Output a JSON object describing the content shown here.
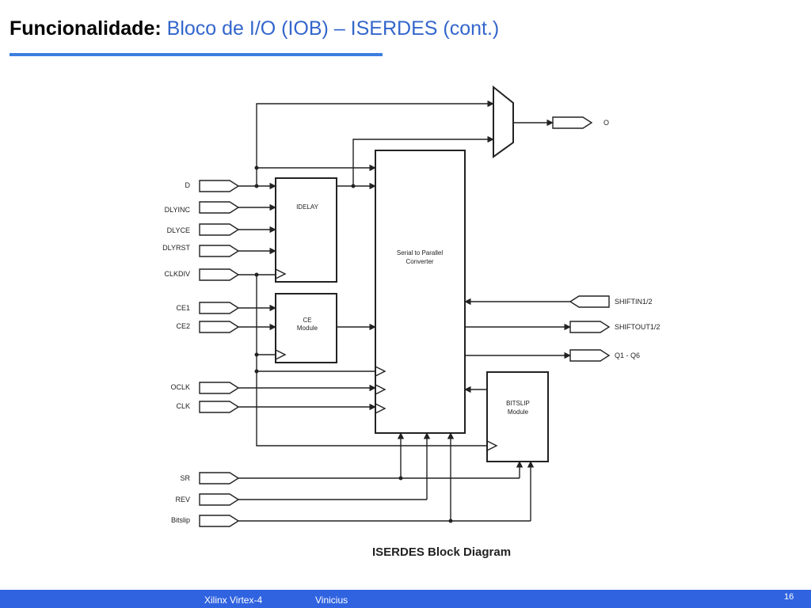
{
  "slide": {
    "title_lead": "Funcionalidade:",
    "title_rest": "Bloco de I/O (IOB) – ISERDES (cont.)",
    "page_number": "16"
  },
  "footer": {
    "left_text": "Xilinx Virtex-4",
    "author": "Vinicius"
  },
  "diagram": {
    "caption": "ISERDES Block Diagram",
    "input_pins": [
      "D",
      "DLYINC",
      "DLYCE",
      "DLYRST",
      "CLKDIV",
      "CE1",
      "CE2",
      "OCLK",
      "CLK",
      "SR",
      "REV",
      "Bitslip"
    ],
    "output_pins": [
      "O",
      "SHIFTOUT1/2",
      "Q1 - Q6"
    ],
    "cascade_input": "SHIFTIN1/2",
    "blocks": {
      "idelay": "IDELAY",
      "ce_line1": "CE",
      "ce_line2": "Module",
      "sp_line1": "Serial to Parallel",
      "sp_line2": "Converter",
      "bitslip_line1": "BITSLIP",
      "bitslip_line2": "Module"
    }
  }
}
